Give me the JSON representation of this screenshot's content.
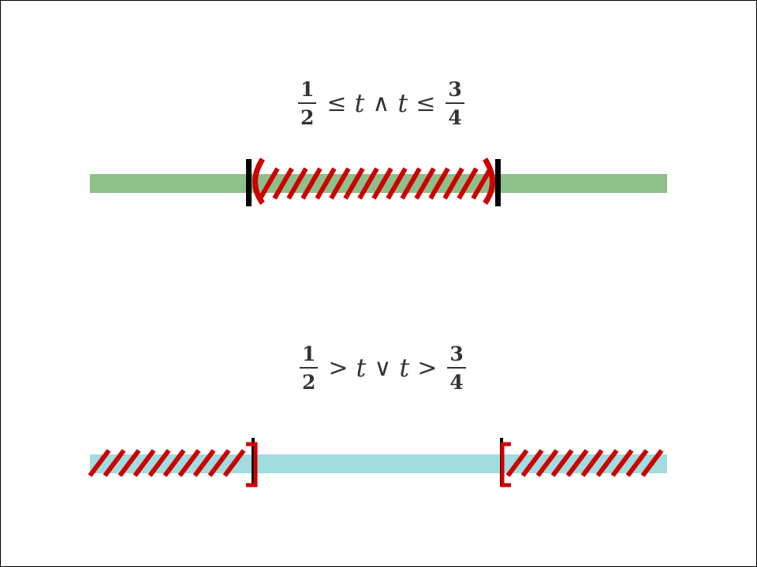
{
  "formula_top": {
    "left_num": "1",
    "left_den": "2",
    "op1": "≤",
    "var1": "t",
    "conj": "∧",
    "var2": "t",
    "op2": "≤",
    "right_num": "3",
    "right_den": "4"
  },
  "formula_bottom": {
    "left_num": "1",
    "left_den": "2",
    "op1": ">",
    "var1": "t",
    "conj": "∨",
    "var2": "t",
    "op2": ">",
    "right_num": "3",
    "right_den": "4"
  },
  "colors": {
    "top_bar": "#8fbf8a",
    "bottom_bar": "#a0dce0",
    "hatch": "#cc0000",
    "bracket": "#000000",
    "text": "#333333"
  }
}
